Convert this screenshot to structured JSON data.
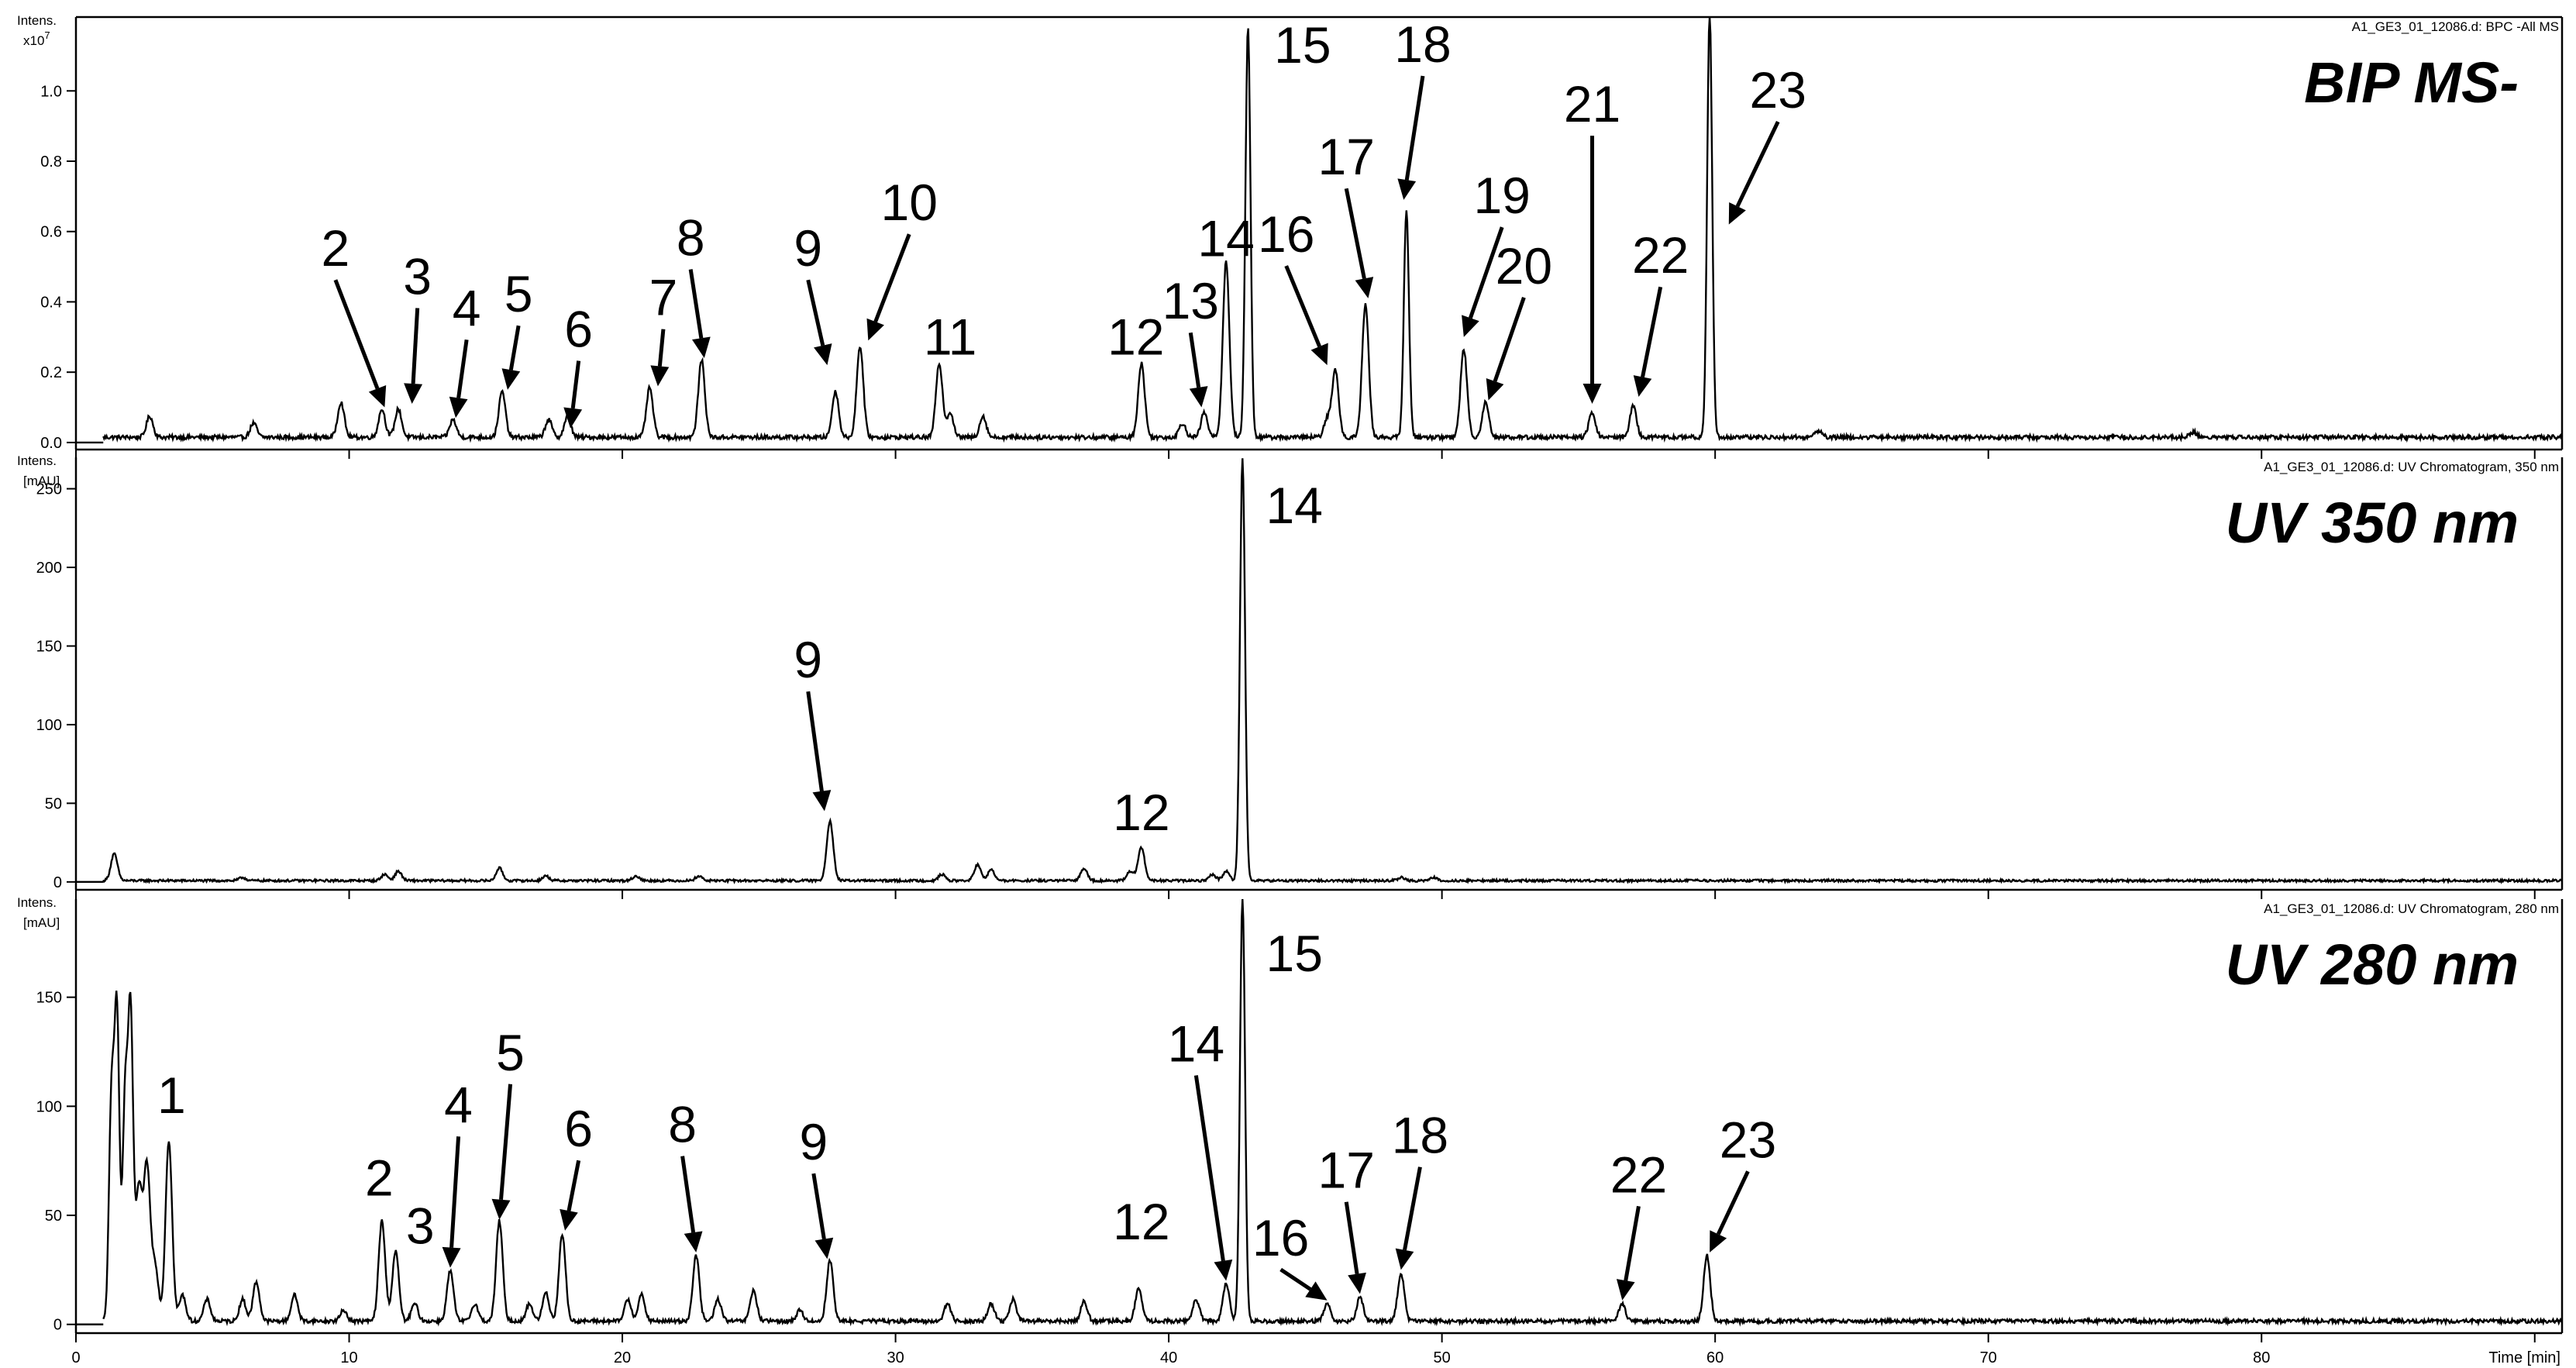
{
  "chart_data": {
    "type": "line",
    "xlabel": "Time [min]",
    "xlim": [
      0,
      91
    ],
    "xticks": [
      0,
      10,
      20,
      30,
      40,
      50,
      60,
      70,
      80,
      90
    ],
    "panels": [
      {
        "id": "bpc",
        "title": "BIP MS-",
        "ylabel_line1": "Intens.",
        "ylabel_line2": "x10",
        "ylabel_exp": "7",
        "trace_name": "A1_GE3_01_12086.d: BPC -All MS",
        "ylim": [
          -0.02,
          1.21
        ],
        "yticks": [
          0.0,
          0.2,
          0.4,
          0.6,
          0.8,
          1.0
        ],
        "ytick_labels": [
          "0.0",
          "0.2",
          "0.4",
          "0.6",
          "0.8",
          "1.0"
        ],
        "baseline": 0.015,
        "noise": 0.012,
        "peaks": [
          {
            "x": 2.7,
            "y": 0.06
          },
          {
            "x": 6.5,
            "y": 0.04
          },
          {
            "x": 9.7,
            "y": 0.1
          },
          {
            "x": 11.2,
            "y": 0.08
          },
          {
            "x": 11.8,
            "y": 0.08
          },
          {
            "x": 13.8,
            "y": 0.05
          },
          {
            "x": 15.6,
            "y": 0.13
          },
          {
            "x": 17.3,
            "y": 0.05
          },
          {
            "x": 18.0,
            "y": 0.06
          },
          {
            "x": 21.0,
            "y": 0.14
          },
          {
            "x": 22.9,
            "y": 0.22
          },
          {
            "x": 27.8,
            "y": 0.13
          },
          {
            "x": 28.7,
            "y": 0.26
          },
          {
            "x": 31.6,
            "y": 0.21
          },
          {
            "x": 32.0,
            "y": 0.07
          },
          {
            "x": 33.2,
            "y": 0.06
          },
          {
            "x": 39.0,
            "y": 0.21
          },
          {
            "x": 40.5,
            "y": 0.04
          },
          {
            "x": 41.3,
            "y": 0.07
          },
          {
            "x": 42.1,
            "y": 0.5
          },
          {
            "x": 42.9,
            "y": 1.17
          },
          {
            "x": 45.8,
            "y": 0.05
          },
          {
            "x": 46.1,
            "y": 0.19
          },
          {
            "x": 47.2,
            "y": 0.38
          },
          {
            "x": 48.7,
            "y": 0.65
          },
          {
            "x": 50.8,
            "y": 0.25
          },
          {
            "x": 51.6,
            "y": 0.1
          },
          {
            "x": 55.5,
            "y": 0.07
          },
          {
            "x": 57.0,
            "y": 0.09
          },
          {
            "x": 59.8,
            "y": 1.21
          },
          {
            "x": 63.8,
            "y": 0.02
          },
          {
            "x": 77.5,
            "y": 0.015
          }
        ],
        "labels": [
          {
            "text": "2",
            "x": 11.3,
            "y": 0.1,
            "tx": 9.5,
            "ty": 0.48
          },
          {
            "text": "3",
            "x": 12.3,
            "y": 0.11,
            "tx": 12.5,
            "ty": 0.4
          },
          {
            "text": "4",
            "x": 13.9,
            "y": 0.07,
            "tx": 14.3,
            "ty": 0.31
          },
          {
            "text": "5",
            "x": 15.8,
            "y": 0.15,
            "tx": 16.2,
            "ty": 0.35
          },
          {
            "text": "6",
            "x": 18.1,
            "y": 0.04,
            "tx": 18.4,
            "ty": 0.25
          },
          {
            "text": "7",
            "x": 21.3,
            "y": 0.16,
            "tx": 21.5,
            "ty": 0.34
          },
          {
            "text": "8",
            "x": 23.0,
            "y": 0.24,
            "tx": 22.5,
            "ty": 0.51
          },
          {
            "text": "9",
            "x": 27.5,
            "y": 0.22,
            "tx": 26.8,
            "ty": 0.48
          },
          {
            "text": "10",
            "x": 29.0,
            "y": 0.29,
            "tx": 30.5,
            "ty": 0.61
          },
          {
            "text": "11",
            "x": 32.0,
            "y": 0.25,
            "tx": 32.0,
            "ty": 0.25,
            "noarrow": true
          },
          {
            "text": "12",
            "x": 38.8,
            "y": 0.25,
            "tx": 38.8,
            "ty": 0.25,
            "noarrow": true
          },
          {
            "text": "13",
            "x": 41.2,
            "y": 0.1,
            "tx": 40.8,
            "ty": 0.33
          },
          {
            "text": "14",
            "x": 42.1,
            "y": 0.53,
            "tx": 41.6,
            "ty": 0.55,
            "noarrow": true
          },
          {
            "text": "15",
            "x": 44.9,
            "y": 1.08,
            "tx": 44.9,
            "ty": 1.08,
            "noarrow": true
          },
          {
            "text": "16",
            "x": 45.8,
            "y": 0.22,
            "tx": 44.3,
            "ty": 0.52
          },
          {
            "text": "17",
            "x": 47.3,
            "y": 0.41,
            "tx": 46.5,
            "ty": 0.74
          },
          {
            "text": "18",
            "x": 48.6,
            "y": 0.69,
            "tx": 49.3,
            "ty": 1.06
          },
          {
            "text": "19",
            "x": 50.8,
            "y": 0.3,
            "tx": 52.2,
            "ty": 0.63
          },
          {
            "text": "20",
            "x": 51.7,
            "y": 0.12,
            "tx": 53.0,
            "ty": 0.43
          },
          {
            "text": "21",
            "x": 55.5,
            "y": 0.11,
            "tx": 55.5,
            "ty": 0.89
          },
          {
            "text": "22",
            "x": 57.2,
            "y": 0.13,
            "tx": 58.0,
            "ty": 0.46
          },
          {
            "text": "23",
            "x": 60.5,
            "y": 0.62,
            "tx": 62.3,
            "ty": 0.93
          }
        ]
      },
      {
        "id": "uv350",
        "title": "UV 350 nm",
        "ylabel_line1": "Intens.",
        "ylabel_line2": "[mAU]",
        "trace_name": "A1_GE3_01_12086.d: UV Chromatogram, 350 nm",
        "ylim": [
          -5,
          270
        ],
        "yticks": [
          0,
          50,
          100,
          150,
          200,
          250
        ],
        "ytick_labels": [
          "0",
          "50",
          "100",
          "150",
          "200",
          "250"
        ],
        "baseline": 0.8,
        "noise": 1.5,
        "peaks": [
          {
            "x": 1.4,
            "y": 17
          },
          {
            "x": 6.1,
            "y": 2
          },
          {
            "x": 11.3,
            "y": 4
          },
          {
            "x": 11.8,
            "y": 6
          },
          {
            "x": 15.5,
            "y": 8
          },
          {
            "x": 17.2,
            "y": 3
          },
          {
            "x": 20.5,
            "y": 3
          },
          {
            "x": 22.8,
            "y": 3
          },
          {
            "x": 27.6,
            "y": 38
          },
          {
            "x": 31.7,
            "y": 4
          },
          {
            "x": 33.0,
            "y": 10
          },
          {
            "x": 33.5,
            "y": 7
          },
          {
            "x": 36.9,
            "y": 8
          },
          {
            "x": 38.6,
            "y": 6
          },
          {
            "x": 39.0,
            "y": 21
          },
          {
            "x": 41.6,
            "y": 4
          },
          {
            "x": 42.1,
            "y": 6
          },
          {
            "x": 42.7,
            "y": 269
          },
          {
            "x": 48.5,
            "y": 2
          },
          {
            "x": 49.7,
            "y": 2
          }
        ],
        "labels": [
          {
            "text": "9",
            "x": 27.4,
            "y": 45,
            "tx": 26.8,
            "ty": 125
          },
          {
            "text": "12",
            "x": 39.0,
            "y": 33,
            "tx": 39.0,
            "ty": 33,
            "noarrow": true
          },
          {
            "text": "14",
            "x": 44.6,
            "y": 228,
            "tx": 44.6,
            "ty": 228,
            "noarrow": true
          }
        ]
      },
      {
        "id": "uv280",
        "title": "UV 280 nm",
        "ylabel_line1": "Intens.",
        "ylabel_line2": "[mAU]",
        "trace_name": "A1_GE3_01_12086.d: UV Chromatogram, 280 nm",
        "ylim": [
          -4,
          195
        ],
        "yticks": [
          0,
          50,
          100,
          150
        ],
        "ytick_labels": [
          "0",
          "50",
          "100",
          "150"
        ],
        "baseline": 1.5,
        "noise": 1.8,
        "peaks": [
          {
            "x": 1.3,
            "y": 100
          },
          {
            "x": 1.5,
            "y": 140
          },
          {
            "x": 1.8,
            "y": 100
          },
          {
            "x": 2.0,
            "y": 138
          },
          {
            "x": 2.3,
            "y": 60
          },
          {
            "x": 2.6,
            "y": 70
          },
          {
            "x": 2.9,
            "y": 25
          },
          {
            "x": 3.4,
            "y": 83
          },
          {
            "x": 3.9,
            "y": 12
          },
          {
            "x": 4.8,
            "y": 10
          },
          {
            "x": 6.1,
            "y": 10
          },
          {
            "x": 6.6,
            "y": 18
          },
          {
            "x": 8.0,
            "y": 12
          },
          {
            "x": 9.8,
            "y": 5
          },
          {
            "x": 11.2,
            "y": 46
          },
          {
            "x": 11.7,
            "y": 32
          },
          {
            "x": 12.4,
            "y": 8
          },
          {
            "x": 13.7,
            "y": 23
          },
          {
            "x": 14.6,
            "y": 8
          },
          {
            "x": 15.5,
            "y": 46
          },
          {
            "x": 16.6,
            "y": 8
          },
          {
            "x": 17.2,
            "y": 13
          },
          {
            "x": 17.8,
            "y": 40
          },
          {
            "x": 20.2,
            "y": 10
          },
          {
            "x": 20.7,
            "y": 12
          },
          {
            "x": 22.7,
            "y": 30
          },
          {
            "x": 23.5,
            "y": 10
          },
          {
            "x": 24.8,
            "y": 14
          },
          {
            "x": 26.5,
            "y": 5
          },
          {
            "x": 27.6,
            "y": 28
          },
          {
            "x": 31.9,
            "y": 8
          },
          {
            "x": 33.5,
            "y": 8
          },
          {
            "x": 34.3,
            "y": 10
          },
          {
            "x": 36.9,
            "y": 9
          },
          {
            "x": 38.9,
            "y": 15
          },
          {
            "x": 41.0,
            "y": 10
          },
          {
            "x": 42.1,
            "y": 17
          },
          {
            "x": 42.7,
            "y": 195
          },
          {
            "x": 45.8,
            "y": 8
          },
          {
            "x": 47.0,
            "y": 11
          },
          {
            "x": 48.5,
            "y": 22
          },
          {
            "x": 56.6,
            "y": 8
          },
          {
            "x": 59.7,
            "y": 30
          }
        ],
        "labels": [
          {
            "text": "1",
            "x": 3.5,
            "y": 97,
            "tx": 3.5,
            "ty": 97,
            "noarrow": true
          },
          {
            "text": "2",
            "x": 11.1,
            "y": 59,
            "tx": 11.1,
            "ty": 59,
            "noarrow": true
          },
          {
            "text": "3",
            "x": 12.6,
            "y": 37,
            "tx": 12.6,
            "ty": 37,
            "noarrow": true
          },
          {
            "text": "4",
            "x": 13.7,
            "y": 26,
            "tx": 14.0,
            "ty": 89
          },
          {
            "text": "5",
            "x": 15.5,
            "y": 48,
            "tx": 15.9,
            "ty": 113
          },
          {
            "text": "6",
            "x": 17.9,
            "y": 43,
            "tx": 18.4,
            "ty": 78
          },
          {
            "text": "8",
            "x": 22.7,
            "y": 33,
            "tx": 22.2,
            "ty": 80
          },
          {
            "text": "9",
            "x": 27.5,
            "y": 30,
            "tx": 27.0,
            "ty": 72
          },
          {
            "text": "12",
            "x": 39.0,
            "y": 39,
            "tx": 39.0,
            "ty": 39,
            "noarrow": true
          },
          {
            "text": "14",
            "x": 42.1,
            "y": 20,
            "tx": 41.0,
            "ty": 117
          },
          {
            "text": "15",
            "x": 44.6,
            "y": 162,
            "tx": 44.6,
            "ty": 162,
            "noarrow": true
          },
          {
            "text": "16",
            "x": 45.8,
            "y": 11,
            "tx": 44.1,
            "ty": 28
          },
          {
            "text": "17",
            "x": 47.0,
            "y": 14,
            "tx": 46.5,
            "ty": 59
          },
          {
            "text": "18",
            "x": 48.5,
            "y": 25,
            "tx": 49.2,
            "ty": 75
          },
          {
            "text": "22",
            "x": 56.6,
            "y": 11,
            "tx": 57.2,
            "ty": 57
          },
          {
            "text": "23",
            "x": 59.8,
            "y": 33,
            "tx": 61.2,
            "ty": 73
          }
        ]
      }
    ]
  }
}
